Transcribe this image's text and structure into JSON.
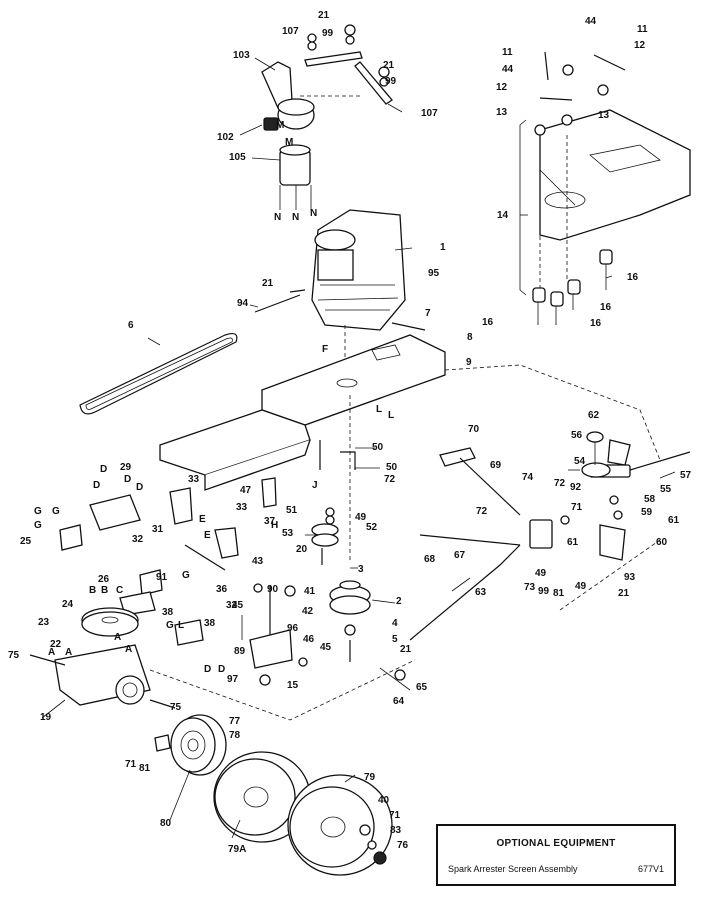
{
  "optional_equipment": {
    "title": "OPTIONAL EQUIPMENT",
    "item_name": "Spark Arrester Screen Assembly",
    "item_number": "677V1"
  },
  "part_labels": [
    {
      "id": "21",
      "text": "21"
    },
    {
      "id": "99",
      "text": "99"
    },
    {
      "id": "107",
      "text": "107"
    },
    {
      "id": "103",
      "text": "103"
    },
    {
      "id": "102",
      "text": "102"
    },
    {
      "id": "105",
      "text": "105"
    },
    {
      "id": "44",
      "text": "44"
    },
    {
      "id": "11",
      "text": "11"
    },
    {
      "id": "12",
      "text": "12"
    },
    {
      "id": "13",
      "text": "13"
    },
    {
      "id": "14",
      "text": "14"
    },
    {
      "id": "16",
      "text": "16"
    },
    {
      "id": "1",
      "text": "1"
    },
    {
      "id": "95",
      "text": "95"
    },
    {
      "id": "94",
      "text": "94"
    },
    {
      "id": "6",
      "text": "6"
    },
    {
      "id": "7",
      "text": "7"
    },
    {
      "id": "8",
      "text": "8"
    },
    {
      "id": "9",
      "text": "9"
    },
    {
      "id": "70",
      "text": "70"
    },
    {
      "id": "69",
      "text": "69"
    },
    {
      "id": "62",
      "text": "62"
    },
    {
      "id": "56",
      "text": "56"
    },
    {
      "id": "54",
      "text": "54"
    },
    {
      "id": "57",
      "text": "57"
    },
    {
      "id": "55",
      "text": "55"
    },
    {
      "id": "58",
      "text": "58"
    },
    {
      "id": "59",
      "text": "59"
    },
    {
      "id": "61",
      "text": "61"
    },
    {
      "id": "60",
      "text": "60"
    },
    {
      "id": "92",
      "text": "92"
    },
    {
      "id": "93",
      "text": "93"
    },
    {
      "id": "72",
      "text": "72"
    },
    {
      "id": "74",
      "text": "74"
    },
    {
      "id": "71",
      "text": "71"
    },
    {
      "id": "73",
      "text": "73"
    },
    {
      "id": "49",
      "text": "49"
    },
    {
      "id": "68",
      "text": "68"
    },
    {
      "id": "67",
      "text": "67"
    },
    {
      "id": "63",
      "text": "63"
    },
    {
      "id": "50",
      "text": "50"
    },
    {
      "id": "47",
      "text": "47"
    },
    {
      "id": "51",
      "text": "51"
    },
    {
      "id": "52",
      "text": "52"
    },
    {
      "id": "53",
      "text": "53"
    },
    {
      "id": "20",
      "text": "20"
    },
    {
      "id": "3",
      "text": "3"
    },
    {
      "id": "2",
      "text": "2"
    },
    {
      "id": "4",
      "text": "4"
    },
    {
      "id": "5",
      "text": "5"
    },
    {
      "id": "65",
      "text": "65"
    },
    {
      "id": "64",
      "text": "64"
    },
    {
      "id": "29",
      "text": "29"
    },
    {
      "id": "33",
      "text": "33"
    },
    {
      "id": "31",
      "text": "31"
    },
    {
      "id": "32",
      "text": "32"
    },
    {
      "id": "37",
      "text": "37"
    },
    {
      "id": "36",
      "text": "36"
    },
    {
      "id": "26",
      "text": "26"
    },
    {
      "id": "25",
      "text": "25"
    },
    {
      "id": "91",
      "text": "91"
    },
    {
      "id": "38",
      "text": "38"
    },
    {
      "id": "24",
      "text": "24"
    },
    {
      "id": "23",
      "text": "23"
    },
    {
      "id": "22",
      "text": "22"
    },
    {
      "id": "75",
      "text": "75"
    },
    {
      "id": "19",
      "text": "19"
    },
    {
      "id": "43",
      "text": "43"
    },
    {
      "id": "90",
      "text": "90"
    },
    {
      "id": "41",
      "text": "41"
    },
    {
      "id": "42",
      "text": "42"
    },
    {
      "id": "45",
      "text": "45"
    },
    {
      "id": "89",
      "text": "89"
    },
    {
      "id": "96",
      "text": "96"
    },
    {
      "id": "46",
      "text": "46"
    },
    {
      "id": "97",
      "text": "97"
    },
    {
      "id": "15",
      "text": "15"
    },
    {
      "id": "77",
      "text": "77"
    },
    {
      "id": "78",
      "text": "78"
    },
    {
      "id": "81",
      "text": "81"
    },
    {
      "id": "80",
      "text": "80"
    },
    {
      "id": "79",
      "text": "79"
    },
    {
      "id": "79A",
      "text": "79A"
    },
    {
      "id": "40",
      "text": "40"
    },
    {
      "id": "83",
      "text": "83"
    },
    {
      "id": "76",
      "text": "76"
    },
    {
      "id": "M",
      "text": "M"
    },
    {
      "id": "N",
      "text": "N"
    },
    {
      "id": "F",
      "text": "F"
    },
    {
      "id": "L",
      "text": "L"
    },
    {
      "id": "J",
      "text": "J"
    },
    {
      "id": "H",
      "text": "H"
    },
    {
      "id": "E",
      "text": "E"
    },
    {
      "id": "G",
      "text": "G"
    },
    {
      "id": "D",
      "text": "D"
    },
    {
      "id": "B",
      "text": "B"
    },
    {
      "id": "A",
      "text": "A"
    },
    {
      "id": "C",
      "text": "C"
    }
  ]
}
